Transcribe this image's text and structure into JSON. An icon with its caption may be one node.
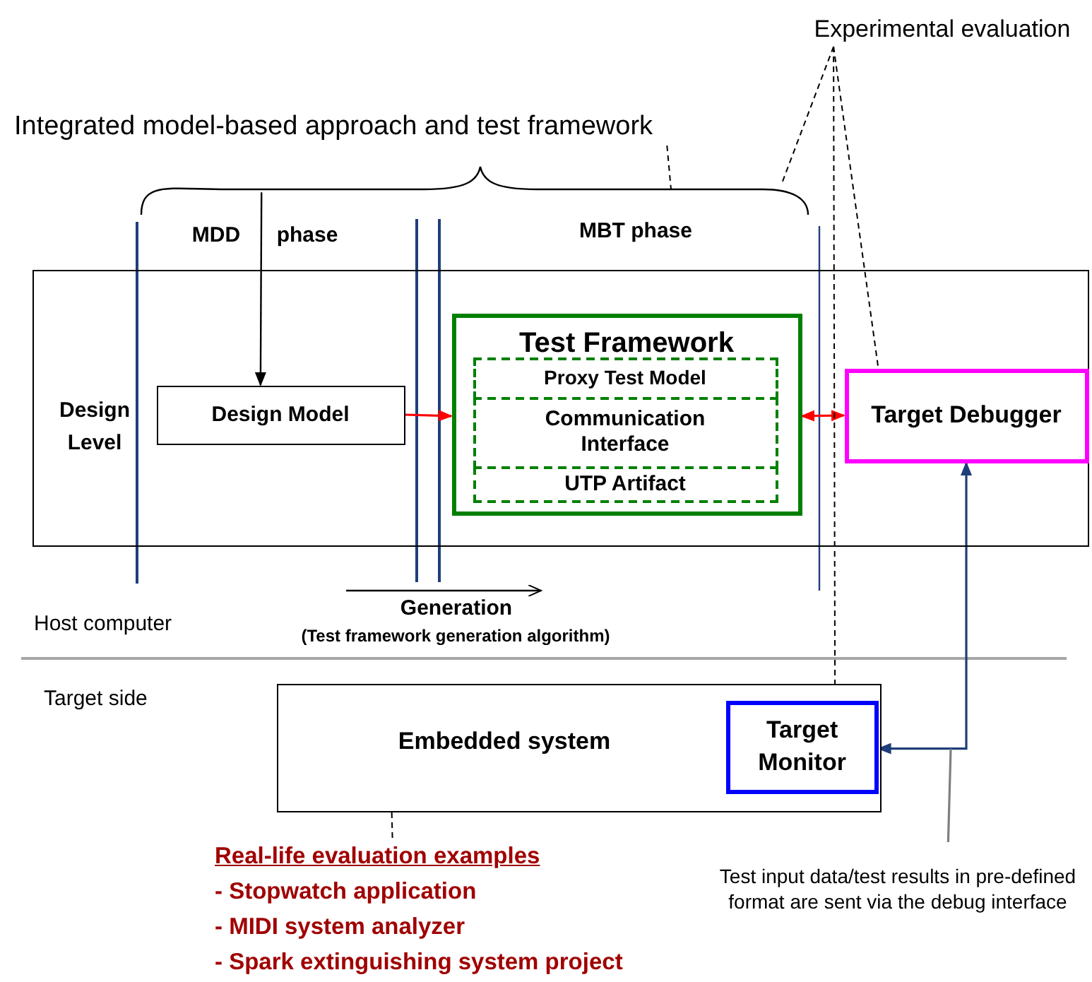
{
  "diagram": {
    "nodes": [
      {
        "text": [
          "Integrated model-based approach and test framework"
        ]
      },
      {
        "text": [
          "Experimental evaluation"
        ]
      },
      {
        "text": [
          "Design Level"
        ]
      },
      {
        "text": [
          "Design Model"
        ],
        "in": 2
      },
      {
        "text": [
          "Test Framework"
        ],
        "in": 2
      },
      {
        "text": [
          "Proxy Test Model"
        ],
        "in": 4
      },
      {
        "text": [
          "Communication Interface"
        ],
        "in": 4
      },
      {
        "text": [
          "UTP Artifact"
        ],
        "in": 4
      },
      {
        "text": [
          "Target Debugger"
        ],
        "in": 2
      },
      {
        "text": [
          "Embedded system"
        ]
      },
      {
        "text": [
          "Target Monitor"
        ],
        "in": 9
      },
      {
        "text": [
          "Real-life evaluation examples",
          "- Stopwatch application",
          "- MIDI system analyzer",
          "- Spark extinguishing system project"
        ]
      },
      {
        "text": [
          "Test input data/test results in pre-defined format are sent via the debug interface"
        ]
      },
      {
        "text": [],
        "shape": "brace"
      }
    ],
    "edges": [
      {
        "from": 13,
        "to": 3,
        "arrow": "to"
      },
      {
        "from": 3,
        "to": 4,
        "arrow": "to",
        "color": "#ff0000"
      },
      {
        "from": 4,
        "to": 8,
        "arrow": "both",
        "color": "#ff0000"
      },
      {
        "from": 8,
        "to": 10,
        "arrow": "both",
        "color": "#1f3f7a"
      },
      {
        "from": 0,
        "to": 13,
        "arrow": "none",
        "style": "dashed"
      },
      {
        "from": 1,
        "to": 13,
        "arrow": "none",
        "style": "dashed"
      },
      {
        "from": 1,
        "to": 9,
        "arrow": "none",
        "style": "dashed"
      },
      {
        "from": 1,
        "to": 8,
        "arrow": "none",
        "style": "dashed"
      },
      {
        "from": 9,
        "to": 11,
        "arrow": "none",
        "style": "dashed"
      },
      {
        "from": 12,
        "to": null,
        "arrow": "none",
        "color": "#7f7f7f"
      }
    ],
    "labels": [
      "MDD",
      "phase",
      "MBT phase",
      "Generation",
      "(Test framework generation algorithm)",
      "Host computer",
      "Target side"
    ]
  }
}
